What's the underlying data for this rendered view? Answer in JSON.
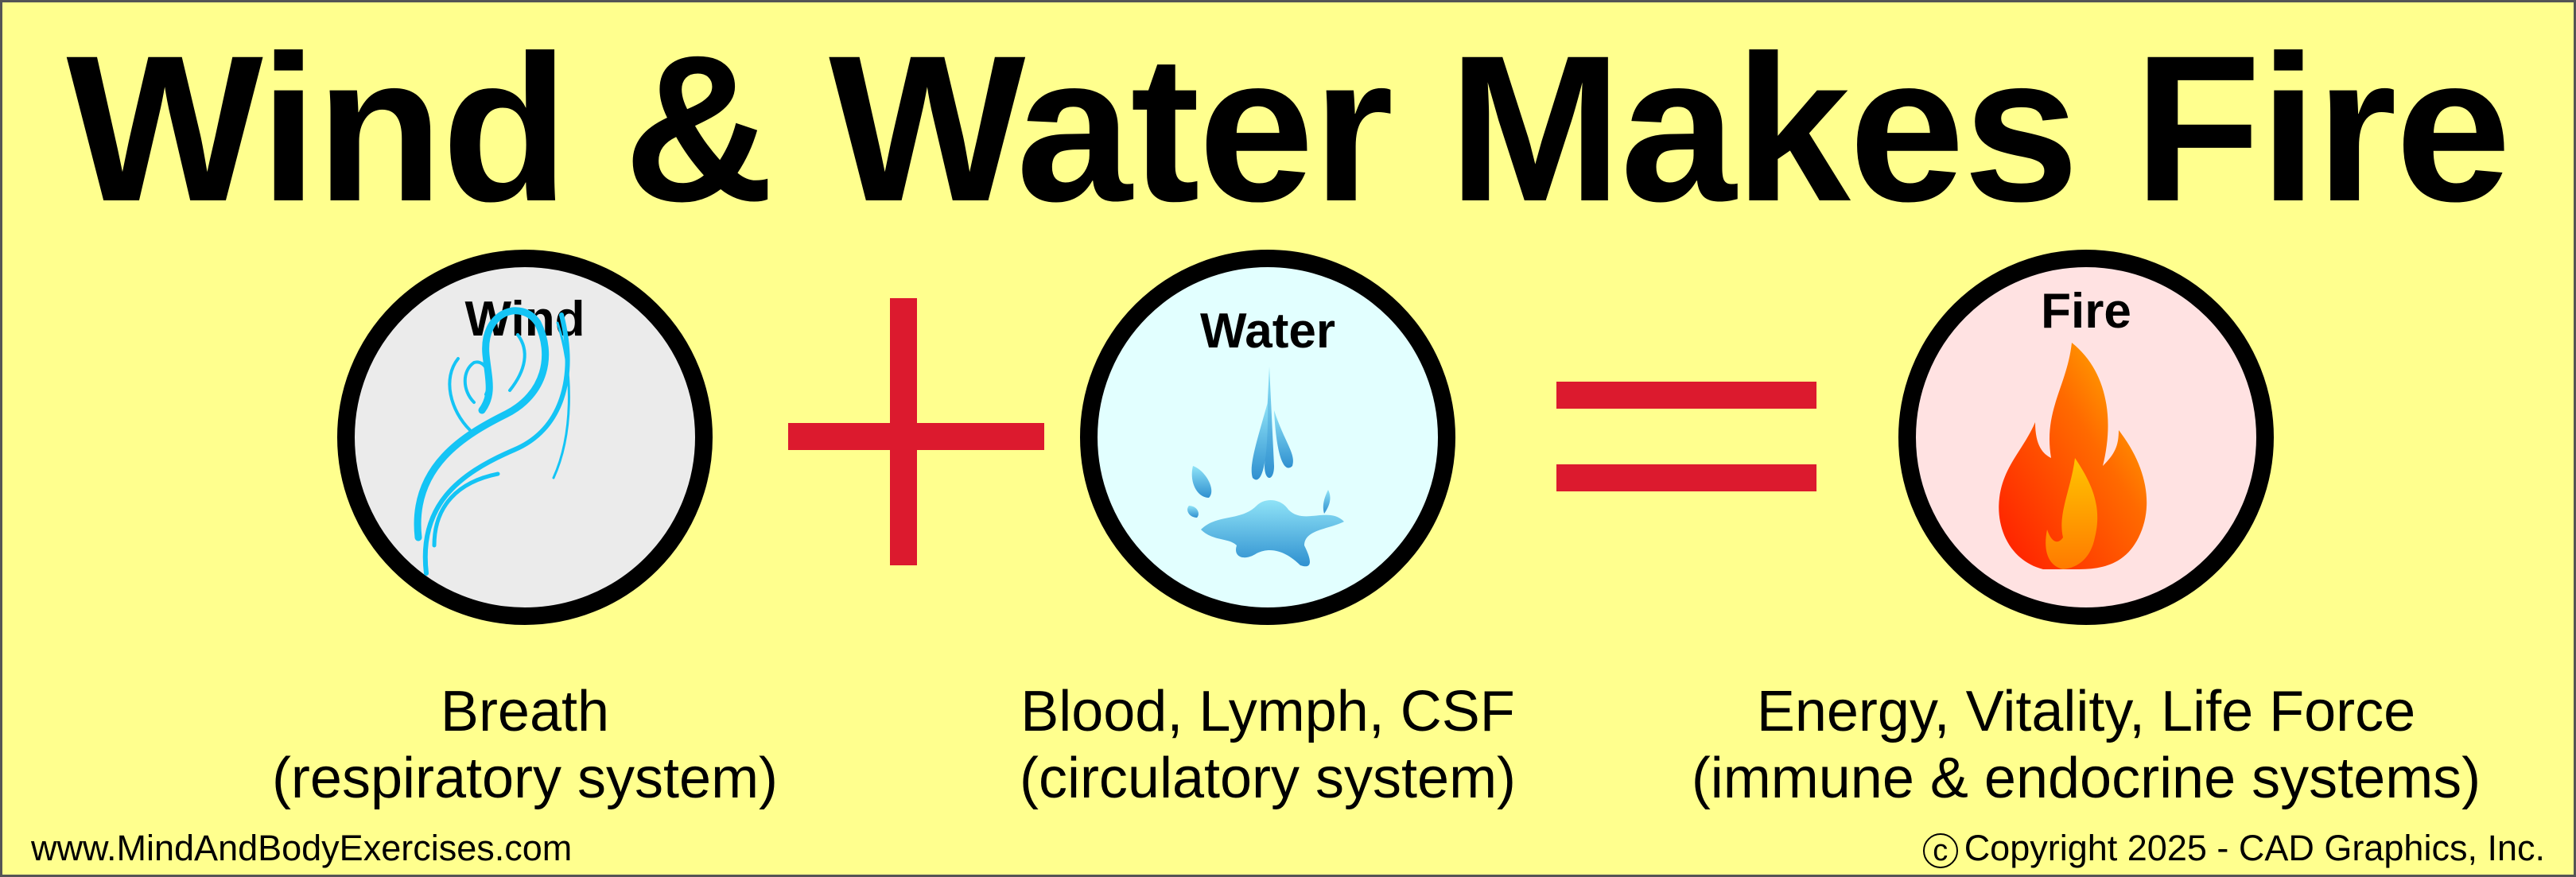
{
  "title": "Wind & Water Makes Fire",
  "elements": [
    {
      "label": "Wind",
      "icon": "wind-icon",
      "fill": "#ebebeb",
      "caption_line1": "Breath",
      "caption_line2": "(respiratory system)"
    },
    {
      "label": "Water",
      "icon": "water-splash-icon",
      "fill": "#e2ffff",
      "caption_line1": "Blood, Lymph, CSF",
      "caption_line2": "(circulatory system)"
    },
    {
      "label": "Fire",
      "icon": "flame-icon",
      "fill": "#ffe2e2",
      "caption_line1": "Energy, Vitality, Life Force",
      "caption_line2": "(immune & endocrine systems)"
    }
  ],
  "operators": {
    "plus": "+",
    "equals": "=",
    "color": "#dc1a2e"
  },
  "footer": {
    "website": "www.MindAndBodyExercises.com",
    "copyright_symbol": "c",
    "copyright": "Copyright 2025 - CAD Graphics, Inc."
  }
}
